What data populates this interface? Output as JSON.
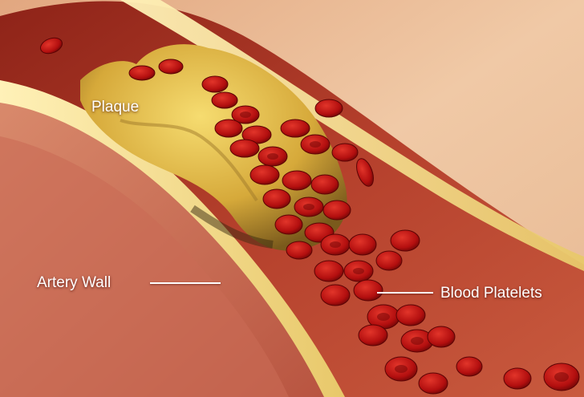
{
  "labels": {
    "plaque": "Plaque",
    "artery_wall": "Artery Wall",
    "blood_platelets": "Blood Platelets"
  },
  "colors": {
    "artery_tissue": "#c4563a",
    "inner_wall": "#e8c39a",
    "wall_band": "#f2dc8a",
    "lumen": "#b33a2a",
    "plaque": "#d9b43a",
    "blood_cell": "#b80f10",
    "label_text": "#ffffff"
  }
}
